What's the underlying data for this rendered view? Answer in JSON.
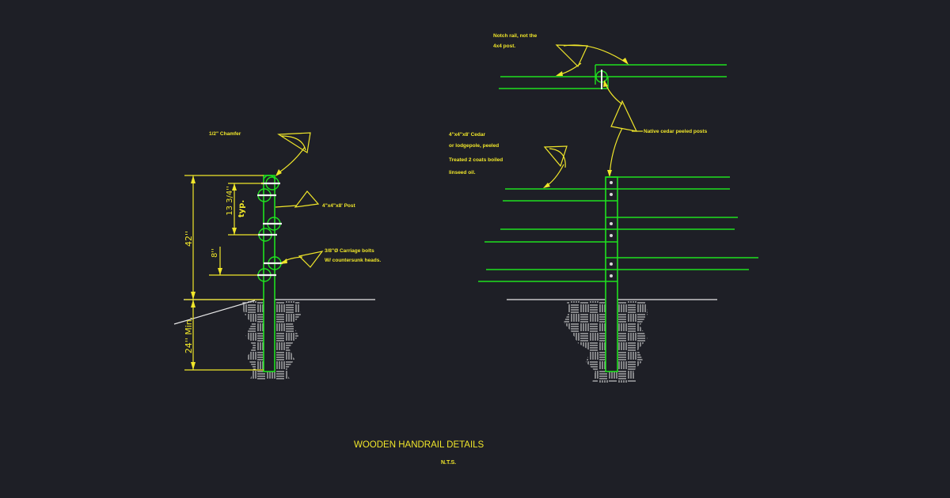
{
  "drawing": {
    "title": "WOODEN HANDRAIL DETAILS",
    "scale_note": "N.T.S."
  },
  "left_detail": {
    "label_chamfer": "1/2\" Chamfer",
    "label_post": "4\"x4\"x8' Post",
    "label_bolts_line1": "3/8\"Ø Carriage bolts",
    "label_bolts_line2": "W/ countersunk heads.",
    "dim_overall": "42''",
    "dim_top_spacing": "13 3/4''",
    "dim_typ": "typ.",
    "dim_rail_spacing": "8''",
    "dim_embed": "24'' Min."
  },
  "right_detail": {
    "label_notch_line1": "Notch rail, not the",
    "label_notch_line2": "4x4 post.",
    "label_cedar_posts": "Native cedar peeled posts",
    "label_cedar_line1": "4\"x4\"x8' Cedar",
    "label_cedar_line2": "or lodgepole, peeled",
    "label_treated_line1": "Treated 2 coats boiled",
    "label_treated_line2": "linseed oil."
  },
  "colors": {
    "background": "#1e1f26",
    "annotation": "#f0e62a",
    "geometry": "#1fe01f",
    "ground": "#e8e8e8"
  }
}
